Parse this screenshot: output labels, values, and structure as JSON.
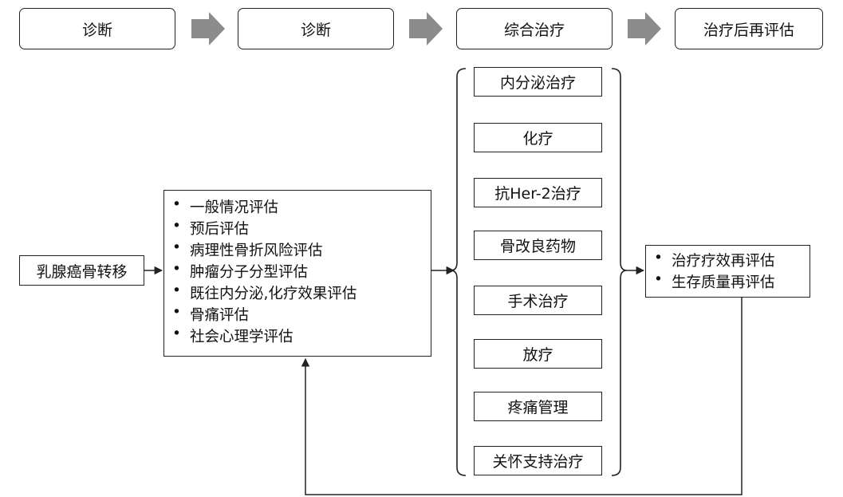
{
  "stages": [
    "诊断",
    "诊断",
    "综合治疗",
    "治疗后再评估"
  ],
  "start_node": "乳腺癌骨转移",
  "assessment_items": [
    "一般情况评估",
    "预后评估",
    "病理性骨折风险评估",
    "肿瘤分子分型评估",
    "既往内分泌,化疗效果评估",
    "骨痛评估",
    "社会心理学评估"
  ],
  "treatments": [
    "内分泌治疗",
    "化疗",
    "抗Her-2治疗",
    "骨改良药物",
    "手术治疗",
    "放疗",
    "疼痛管理",
    "关怀支持治疗"
  ],
  "reassessment_items": [
    "治疗疗效再评估",
    "生存质量再评估"
  ],
  "colors": {
    "chevron": "#8c8c8c",
    "line": "#222222"
  }
}
